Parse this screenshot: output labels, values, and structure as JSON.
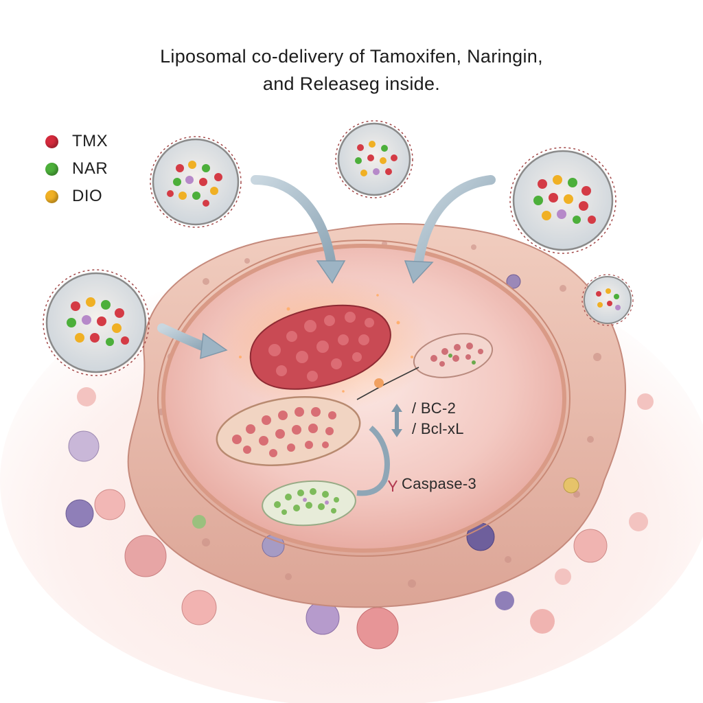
{
  "title": {
    "line1": "Liposomal co-delivery of Tamoxifen, Naringin,",
    "line2": "and Releaseg inside."
  },
  "legend": [
    {
      "label": "TMX",
      "color": "#d42a3c"
    },
    {
      "label": "NAR",
      "color": "#4caf3a"
    },
    {
      "label": "DIO",
      "color": "#f0b024"
    }
  ],
  "labels": {
    "bc2": "/ BC-2",
    "bclxl": "/ Bcl-xL",
    "caspase": "Caspase-3"
  },
  "colors": {
    "cell_membrane": "#e8b4a6",
    "cytoplasm": "#f7d8d2",
    "nucleus": "#c8404c",
    "arrow": "#9db4c4"
  },
  "icons": [
    "liposome",
    "arrow",
    "mitochondrion",
    "nucleus",
    "vesicle"
  ]
}
